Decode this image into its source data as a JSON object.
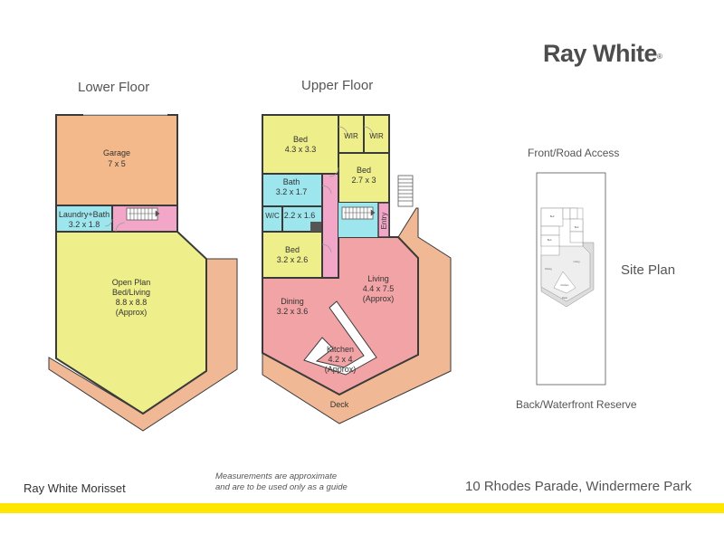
{
  "brand": {
    "name": "Ray White"
  },
  "lower_floor": {
    "title": "Lower Floor",
    "rooms": {
      "garage": {
        "name": "Garage",
        "size": "7 x 5"
      },
      "laundry": {
        "name": "Laundry+Bath",
        "size": "3.2 x 1.8"
      },
      "open_plan": {
        "name_1": "Open Plan",
        "name_2": "Bed/Living",
        "size": "8.8 x 8.8",
        "note": "(Approx)"
      }
    }
  },
  "upper_floor": {
    "title": "Upper Floor",
    "rooms": {
      "bed1": {
        "name": "Bed",
        "size": "4.3 x 3.3"
      },
      "wir1": {
        "name": "WIR"
      },
      "wir2": {
        "name": "WIR"
      },
      "bed2": {
        "name": "Bed",
        "size": "2.7 x 3"
      },
      "bath": {
        "name": "Bath",
        "size": "3.2 x 1.7"
      },
      "wc": {
        "name": "W/C"
      },
      "hall": {
        "size": "2.2 x 1.6"
      },
      "bed3": {
        "name": "Bed",
        "size": "3.2 x 2.6"
      },
      "entry": {
        "name": "Entry"
      },
      "living": {
        "name": "Living",
        "size": "4.4 x 7.5",
        "note": "(Approx)"
      },
      "dining": {
        "name": "Dining",
        "size": "3.2 x 3.6"
      },
      "kitchen": {
        "name": "Kitchen",
        "size": "4.2 x 4",
        "note": "(Approx)"
      },
      "deck": {
        "name": "Deck"
      }
    }
  },
  "site_plan": {
    "title": "Site Plan",
    "front_label": "Front/Road Access",
    "back_label": "Back/Waterfront Reserve"
  },
  "footer": {
    "agency": "Ray White Morisset",
    "note_line1": "Measurements are approximate",
    "note_line2": "and are to be used only as a guide",
    "address": "10 Rhodes Parade, Windermere Park"
  },
  "colors": {
    "garage": "#f3b98b",
    "bath": "#9ee6ee",
    "stairs_hall": "#f2a6c8",
    "bedroom": "#eeee8a",
    "living": "#f2a3a5",
    "deck": "#f0b894",
    "wall": "#3a3a3a",
    "accent_bar": "#ffe600"
  }
}
